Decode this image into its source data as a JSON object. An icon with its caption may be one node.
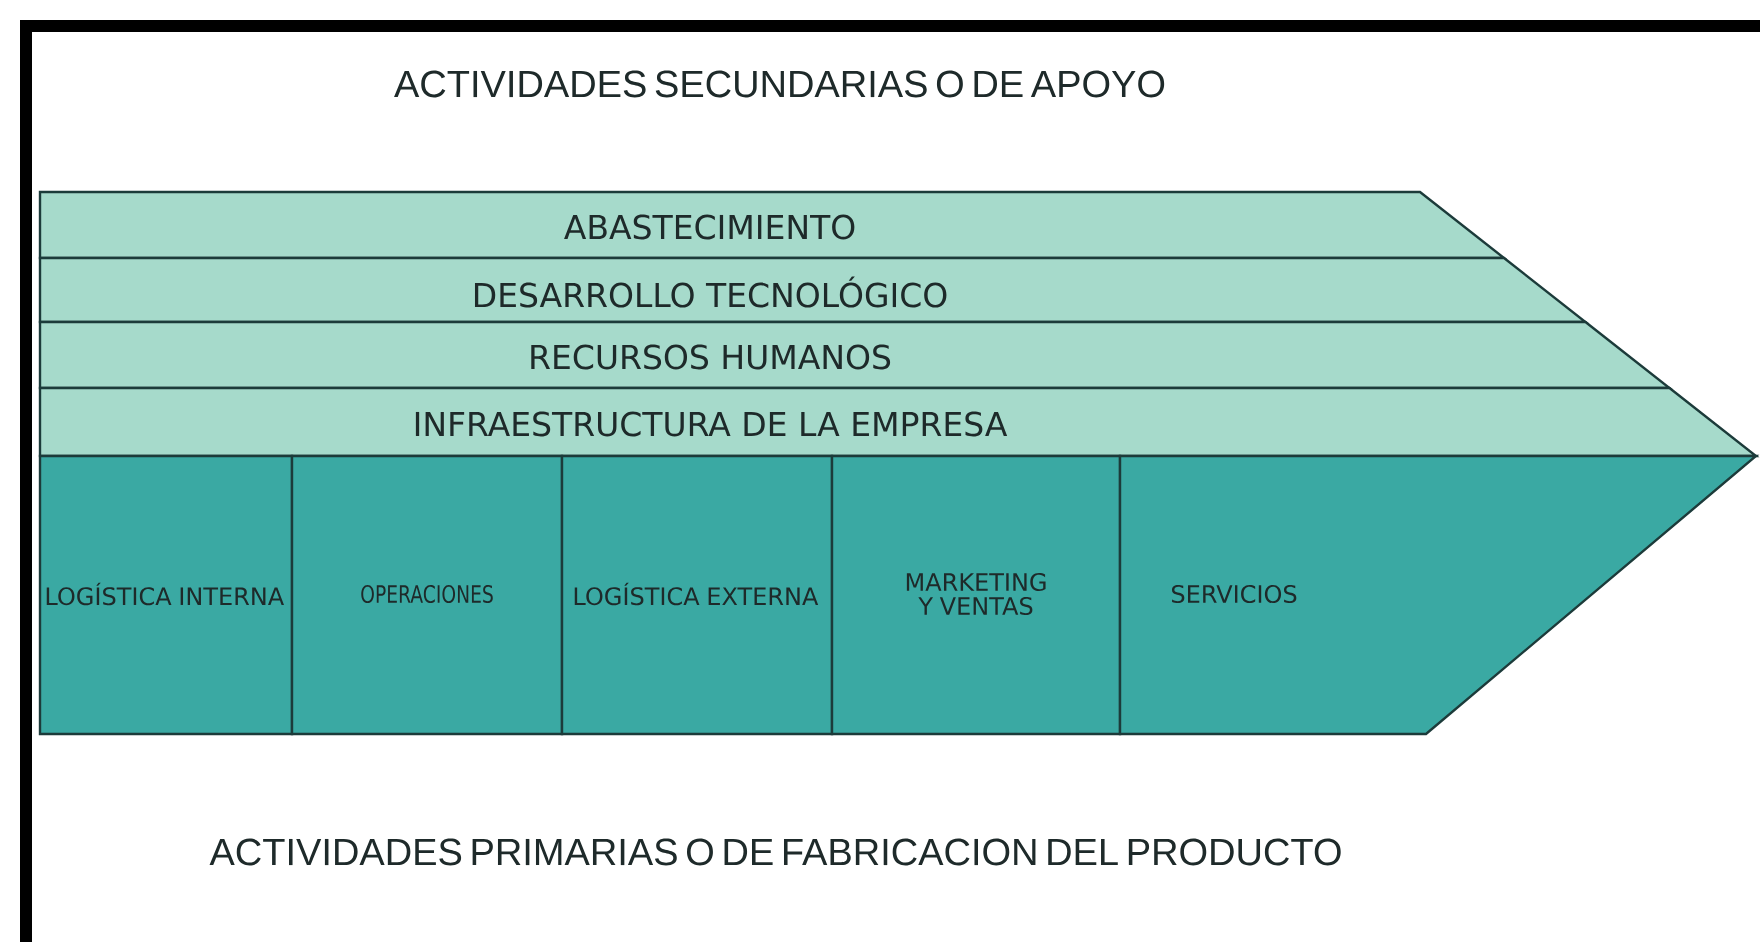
{
  "diagram": {
    "nodes": [
      {
        "text": [
          "ABASTECIMIENTO"
        ]
      },
      {
        "text": [
          "DESARROLLO TECNOLÓGICO"
        ]
      },
      {
        "text": [
          "RECURSOS HUMANOS"
        ]
      },
      {
        "text": [
          "INFRAESTRUCTURA DE LA EMPRESA"
        ]
      },
      {
        "text": [
          "LOGÍSTICA INTERNA"
        ]
      },
      {
        "text": [
          "OPERACIONES"
        ]
      },
      {
        "text": [
          "LOGÍSTICA EXTERNA"
        ]
      },
      {
        "text": [
          "MARKETING Y VENTAS"
        ]
      },
      {
        "text": [
          "SERVICIOS"
        ]
      }
    ],
    "labels": [
      "ACTIVIDADES SECUNDARIAS O DE APOYO",
      "ACTIVIDADES PRIMARIAS O DE FABRICACION DEL PRODUCTO"
    ]
  }
}
